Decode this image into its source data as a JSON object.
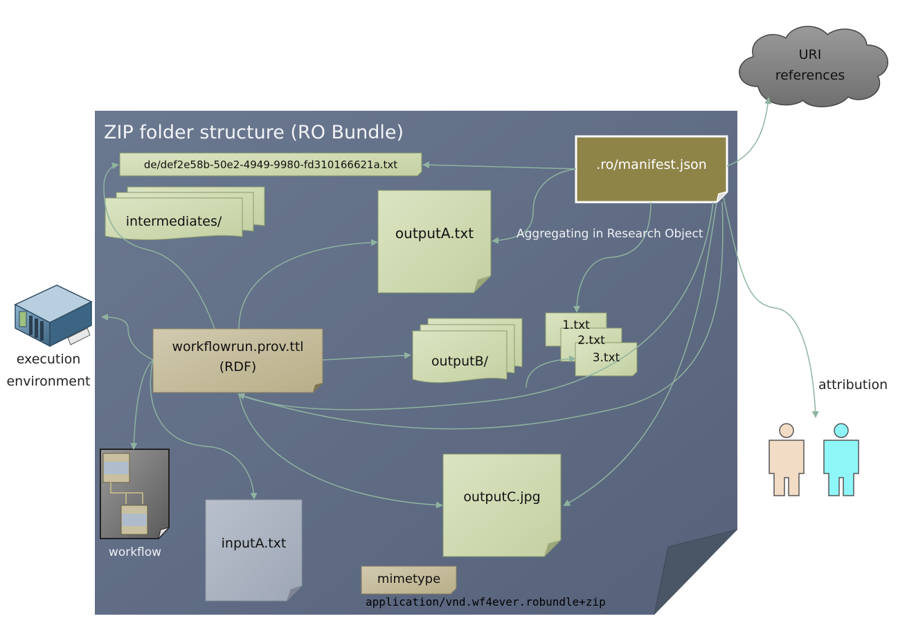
{
  "folder": {
    "title": "ZIP folder structure (RO Bundle)"
  },
  "files": {
    "de_file": "de/def2e58b-50e2-4949-9980-fd310166621a.txt",
    "manifest": ".ro/manifest.json",
    "intermediates": "intermediates/",
    "outputA": "outputA.txt",
    "aggregating_label": "Aggregating in Research Object",
    "workflowrun": "workflowrun.prov.ttl\n(RDF)",
    "outputB": "outputB/",
    "txt1": "1.txt",
    "txt2": "2.txt",
    "txt3": "3.txt",
    "workflow": "workflow",
    "inputA": "inputA.txt",
    "outputC": "outputC.jpg",
    "mimetype": "mimetype",
    "mimetype_value": "application/vnd.wf4ever.robundle+zip"
  },
  "external": {
    "cloud": "URI\nreferences",
    "execution_env": "execution\nenvironment",
    "attribution": "attribution"
  },
  "colors": {
    "folder_bg": "#5e6c80",
    "doc_green": "#cdd8b0",
    "doc_tan": "#c6bd9c",
    "manifest": "#8e8448",
    "input_grey": "#aab3c2",
    "arrow": "#8fb3a0",
    "cloud": "#8a8a8a",
    "person_beige": "#f3dcc6",
    "person_cyan": "#8ff6f8"
  },
  "icons": {
    "server": "server-icon",
    "person1": "person-icon",
    "person2": "person-icon",
    "cloud": "cloud-icon"
  }
}
